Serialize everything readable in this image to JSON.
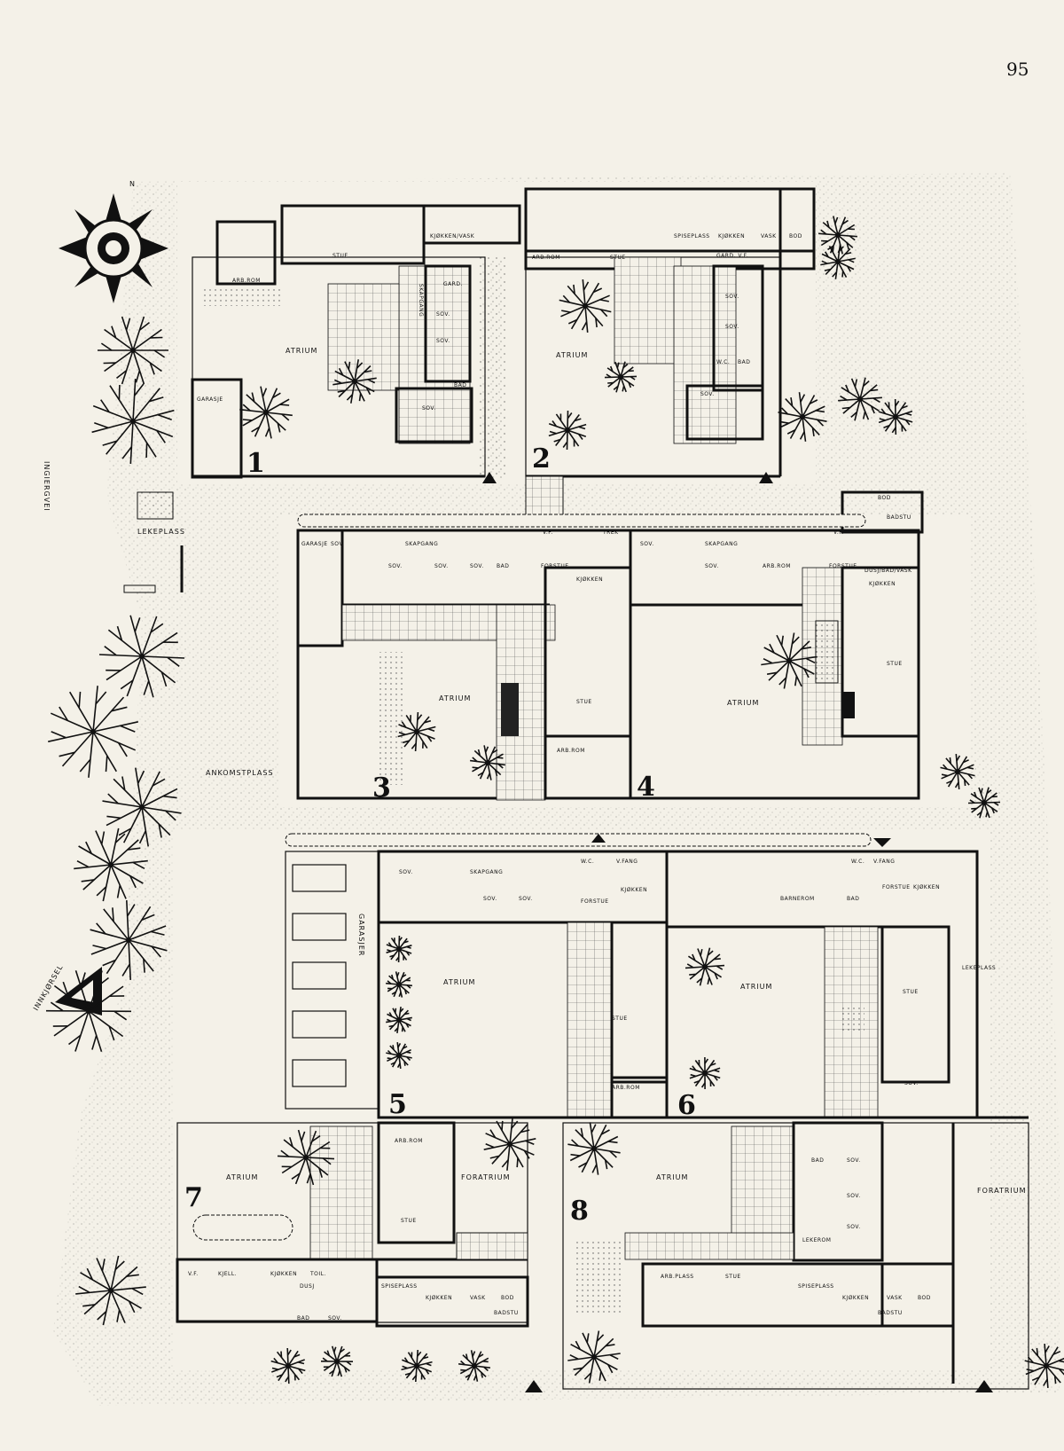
{
  "page_number": "95",
  "compass": {
    "north_label": "N"
  },
  "roads": {
    "west_road": "INGIERGVEI",
    "arrival": "ANKOMSTPLASS",
    "entrance": "INNKJØRSEL",
    "playground": "LEKEPLASS",
    "garage_row": "GARASJER",
    "play_east": "LEKEPLASS"
  },
  "units": [
    {
      "number": "1",
      "labels": {
        "atrium": "ATRIUM",
        "stue": "STUE",
        "arb": "ARB.ROM",
        "kjokken": "KJØKKEN/VASK",
        "skap": "SKAPGANG",
        "sov1": "SOV.",
        "sov2": "SOV.",
        "sov3": "SOV.",
        "garasje": "GARASJE",
        "gard": "GARD.",
        "bad": "BAD"
      }
    },
    {
      "number": "2",
      "labels": {
        "atrium": "ATRIUM",
        "stue": "STUE",
        "arb": "ARB.ROM",
        "spise": "SPISEPLASS",
        "kjokken": "KJØKKEN",
        "vask": "VASK",
        "bod": "BOD",
        "gard": "GARD. V.F.",
        "sov1": "SOV.",
        "sov2": "SOV.",
        "sov3": "SOV.",
        "wc": "W.C.",
        "bad": "BAD"
      }
    },
    {
      "number": "3",
      "labels": {
        "atrium": "ATRIUM",
        "stue": "STUE",
        "arb": "ARB.ROM",
        "garasje": "GARASJE",
        "sov": "SOV.",
        "sov1": "SOV.",
        "sov2": "SOV.",
        "sov3": "SOV.",
        "skap": "SKAPGANG",
        "bad": "BAD",
        "forstue": "FORSTUE",
        "kjokken": "KJØKKEN",
        "vf": "V.F.",
        "trek": "TREK"
      }
    },
    {
      "number": "4",
      "labels": {
        "atrium": "ATRIUM",
        "stue": "STUE",
        "sov": "SOV.",
        "sov1": "SOV.",
        "skap": "SKAPGANG",
        "arb": "ARB.ROM",
        "forstue": "FORSTUE",
        "kjokken": "KJØKKEN",
        "bod": "BOD",
        "badstu": "BADSTU",
        "dusj": "DUSJ/BAD/VASK",
        "vf": "V.F."
      }
    },
    {
      "number": "5",
      "labels": {
        "atrium": "ATRIUM",
        "stue": "STUE",
        "arb": "ARB.ROM",
        "sov": "SOV.",
        "sov1": "SOV.",
        "sov2": "SOV.",
        "skap": "SKAPGANG",
        "forstue": "FORSTUE",
        "kjokken": "KJØKKEN",
        "wc": "W.C.",
        "vfang": "V.FANG"
      }
    },
    {
      "number": "6",
      "labels": {
        "atrium": "ATRIUM",
        "stue": "STUE",
        "barn": "BARNEROM",
        "bad": "BAD",
        "forstue": "FORSTUE",
        "kjokken": "KJØKKEN",
        "vfang": "V.FANG",
        "sov": "SOV.",
        "wc": "W.C."
      }
    },
    {
      "number": "7",
      "labels": {
        "atrium": "ATRIUM",
        "foratrium": "FORATRIUM",
        "arb": "ARB.ROM",
        "stue": "STUE",
        "vf": "V.F.",
        "kjeller": "KJELL.",
        "kjokken": "KJØKKEN",
        "toil": "TOIL.",
        "dusj": "DUSJ",
        "spise": "SPISEPLASS",
        "kjokken2": "KJØKKEN",
        "vask": "VASK",
        "bod": "BOD",
        "bad": "BAD",
        "sov": "SOV.",
        "badstu": "BADSTU"
      }
    },
    {
      "number": "8",
      "labels": {
        "atrium": "ATRIUM",
        "foratrium": "FORATRIUM",
        "arb": "ARB.PLASS",
        "stue": "STUE",
        "spise": "SPISEPLASS",
        "kjokken": "KJØKKEN",
        "vask": "VASK",
        "bod": "BOD",
        "badstu": "BADSTU",
        "lek": "LEKEROM",
        "sov1": "SOV.",
        "sov2": "SOV.",
        "sov3": "SOV.",
        "bad": "BAD"
      }
    }
  ]
}
